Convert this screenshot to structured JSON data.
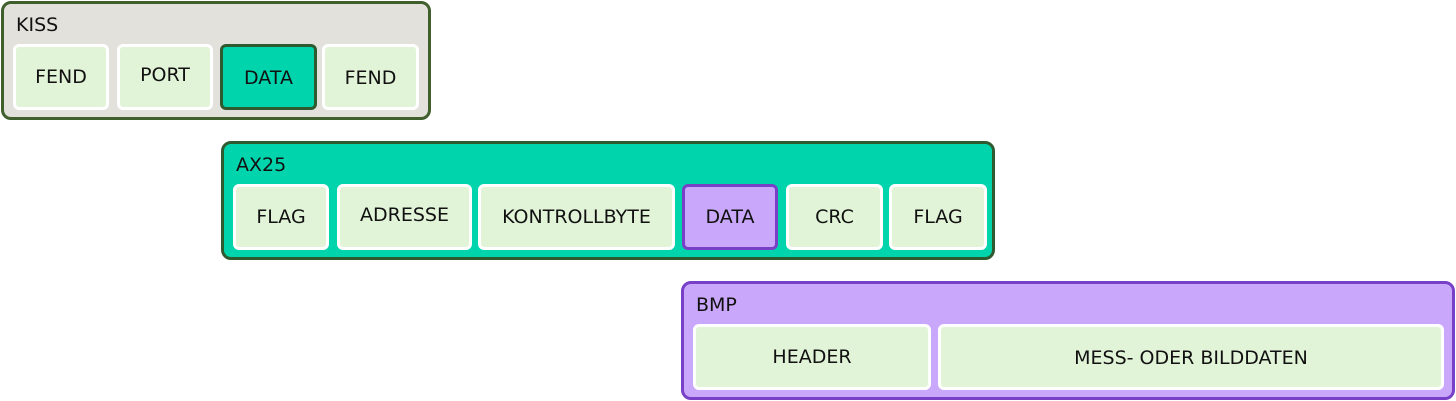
{
  "colors": {
    "kiss_bg": "#e3e1dc",
    "kiss_border": "#3f5f2c",
    "ax25_bg": "#00d4ac",
    "ax25_border": "#2f5a2f",
    "bmp_bg": "#c9a8fb",
    "bmp_border": "#7740c7",
    "field_bg": "#e2f4d8"
  },
  "layers": {
    "kiss": {
      "title": "KISS",
      "fields": [
        "FEND",
        "PORT",
        "DATA",
        "FEND"
      ]
    },
    "ax25": {
      "title": "AX25",
      "fields": [
        "FLAG",
        "ADRESSE",
        "KONTROLLBYTE",
        "DATA",
        "CRC",
        "FLAG"
      ]
    },
    "bmp": {
      "title": "BMP",
      "fields": [
        "HEADER",
        "MESS- ODER BILDDATEN"
      ]
    }
  }
}
